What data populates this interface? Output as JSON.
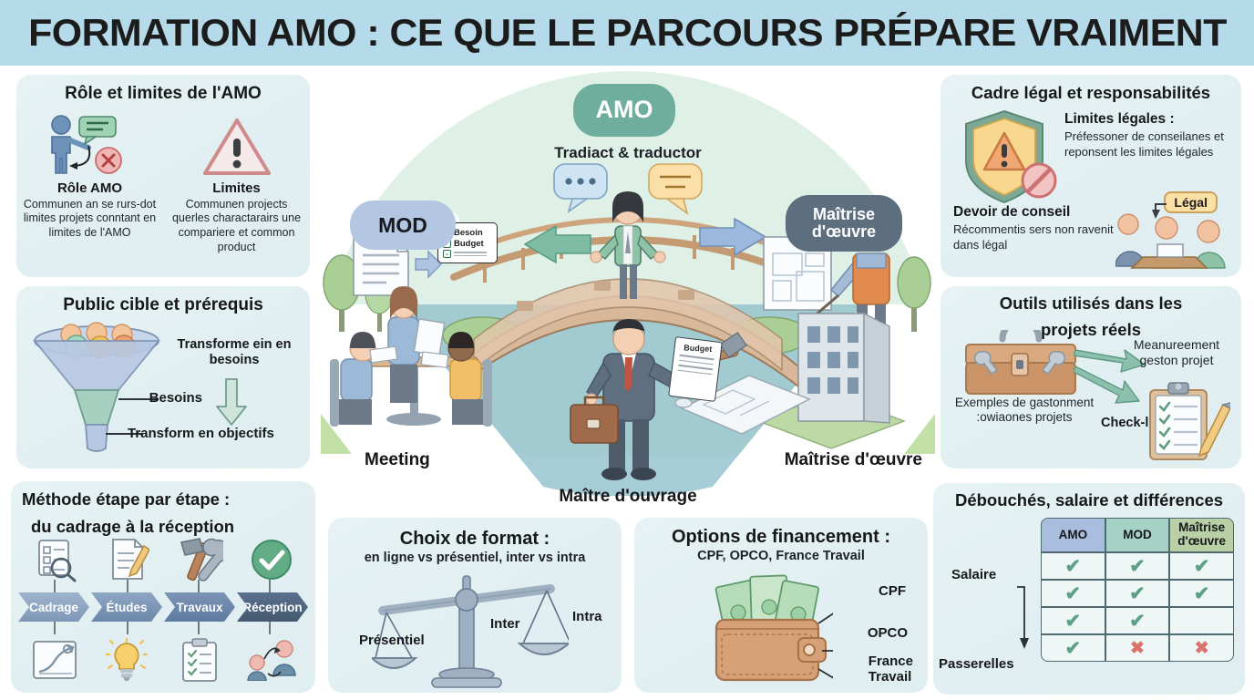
{
  "header": {
    "title": "FORMATION AMO : CE QUE LE PARCOURS PRÉPARE VRAIMENT",
    "band_color": "#b5dae9"
  },
  "palette": {
    "panel_bg": "#e3f0f2",
    "amo_badge": "#6fae9c",
    "mod_badge": "#b3c6e2",
    "moe_badge": "#5d6e7e",
    "check_green": "#5d9f88",
    "cross_red": "#d9736b",
    "ground_green": "#c2dfa6",
    "river_blue": "#9ec9d4"
  },
  "panels": {
    "role": {
      "title": "Rôle et limites de l'AMO",
      "columns": [
        {
          "icon": "person-speech-forbidden-icon",
          "heading": "Rôle AMO",
          "body": "Communen an se rurs-dot limites projets conntant en limites de l'AMO"
        },
        {
          "icon": "warning-triangle-icon",
          "heading": "Limites",
          "body": "Communen projects querles charactarairs une compariere et common product"
        }
      ]
    },
    "public": {
      "title": "Public cible et prérequis",
      "icon": "funnel-icon",
      "label_transform": "Transforme ein en besoins",
      "label_besoins": "Besoins",
      "label_objectifs": "Transform en objectifs"
    },
    "methode": {
      "title_line1": "Méthode étape par étape :",
      "title_line2": "du cadrage à la réception",
      "steps": [
        {
          "label": "Cadrage",
          "icon_top": "checklist-magnifier-icon",
          "icon_bottom": "growth-chart-icon"
        },
        {
          "label": "Études",
          "icon_top": "document-pencil-icon",
          "icon_bottom": "lightbulb-icon"
        },
        {
          "label": "Travaux",
          "icon_top": "hammer-wrench-icon",
          "icon_bottom": "clipboard-check-icon"
        },
        {
          "label": "Réception",
          "icon_top": "check-circle-icon",
          "icon_bottom": "handover-people-icon"
        }
      ]
    },
    "cadre": {
      "title": "Cadre légal et responsabilités",
      "icon": "shield-warning-forbidden-icon",
      "limites_heading": "Limites légales :",
      "limites_body": "Préfessoner de conseilanes et reponsent les limites légales",
      "devoir_heading": "Devoir de conseil",
      "devoir_body": "Récommentis sers non ravenit dans légal",
      "bubble_label": "Légal"
    },
    "outils": {
      "title_line1": "Outils utilisés dans les",
      "title_line2": "projets réels",
      "icon": "toolbox-icon",
      "caption": "Exemples de gastonment :owiaones projets",
      "arrow_top_label": "Meanureement geston projet",
      "arrow_bottom_label": "Check-list",
      "checklist_icon": "clipboard-pencil-icon"
    },
    "debouches": {
      "title": "Débouchés, salaire et différences",
      "row_label_top": "Salaire",
      "row_label_bottom": "Passerelles",
      "columns": [
        "AMO",
        "MOD",
        "Maîtrise d'œuvre"
      ],
      "rows": [
        [
          "check",
          "check",
          "check"
        ],
        [
          "check",
          "check",
          "check"
        ],
        [
          "check",
          "check",
          "empty"
        ],
        [
          "check",
          "cross",
          "cross"
        ]
      ],
      "check_glyph": "✔",
      "cross_glyph": "✖"
    },
    "format": {
      "title": "Choix de format :",
      "subtitle": "en ligne vs présentiel, inter vs intra",
      "icon": "balance-scale-icon",
      "label_left": "Présentiel",
      "label_mid": "Inter",
      "label_right": "Intra"
    },
    "finance": {
      "title": "Options de financement :",
      "subtitle": "CPF, OPCO, France Travail",
      "icon": "wallet-money-icon",
      "items": [
        "CPF",
        "OPCO",
        "France Travail"
      ]
    }
  },
  "center": {
    "badge_amo": "AMO",
    "badge_mod": "MOD",
    "badge_moe": "Maîtrise d'œuvre",
    "subtitle": "Tradiact & traductor",
    "label_meeting": "Meeting",
    "label_maitre_ouvrage": "Maître d'ouvrage",
    "label_maitrise_oeuvre": "Maîtrise d'œuvre",
    "checklist": [
      {
        "label": "Besoin",
        "checked": true
      },
      {
        "label": "Budget",
        "checked": true
      }
    ],
    "budget_doc_label": "Budget",
    "check_glyph": "✓"
  }
}
